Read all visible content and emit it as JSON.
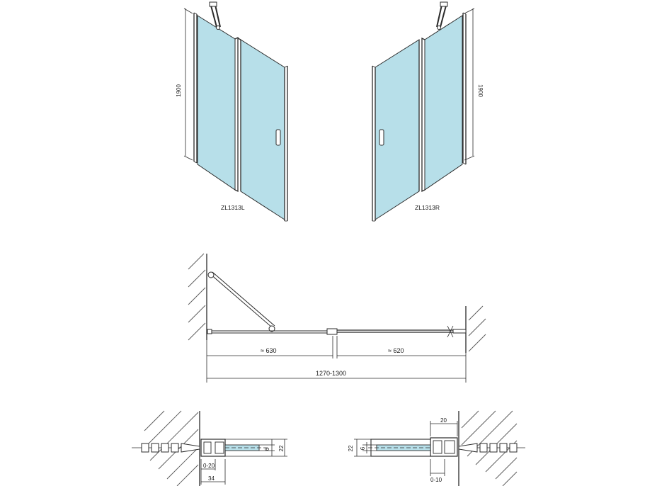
{
  "views": {
    "left_model": "ZL1313L",
    "right_model": "ZL1313R",
    "height_left": "1900",
    "height_right": "1900"
  },
  "plan": {
    "dim_a": "≈ 630",
    "dim_b": "≈ 620",
    "dim_total": "1270-1300"
  },
  "detail_left": {
    "dim_22": "22",
    "dim_6": "6",
    "dim_adjust": "0-20",
    "dim_34": "34"
  },
  "detail_right": {
    "dim_22": "22",
    "dim_6": "6",
    "dim_20": "20",
    "dim_adjust": "0-10"
  },
  "colors": {
    "glass": "#b7dfe9",
    "line": "#2b2b2b"
  }
}
